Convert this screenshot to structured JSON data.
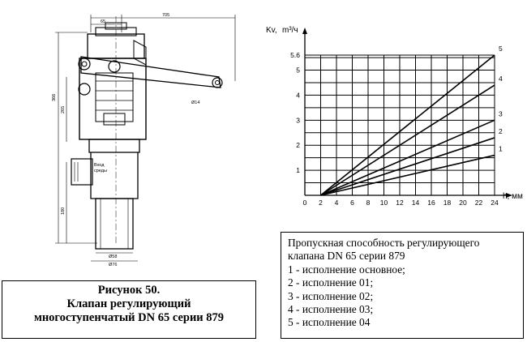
{
  "drawing": {
    "dimensions": [
      "65",
      "705",
      "366",
      "265",
      "180",
      "Ø14",
      "Ø58",
      "Ø76"
    ],
    "inlet_label": [
      "Вход",
      "среды"
    ]
  },
  "chart_data": {
    "type": "line",
    "xlabel": "h, мм",
    "ylabel": "Kv, m³/ч",
    "ylabel_left": "Kv,",
    "ylabel_right": "m³/ч",
    "xlim": [
      0,
      24
    ],
    "ylim": [
      0,
      5.6
    ],
    "x_ticks": [
      0,
      2,
      4,
      6,
      8,
      10,
      12,
      14,
      16,
      18,
      20,
      22,
      24
    ],
    "y_ticks": [
      1,
      2,
      3,
      4,
      5,
      5.6
    ],
    "grid": true,
    "series": [
      {
        "name": "1",
        "x": [
          2,
          24
        ],
        "y": [
          0,
          1.6
        ]
      },
      {
        "name": "2",
        "x": [
          2,
          24
        ],
        "y": [
          0,
          2.3
        ]
      },
      {
        "name": "3",
        "x": [
          2,
          24
        ],
        "y": [
          0,
          3.0
        ]
      },
      {
        "name": "4",
        "x": [
          2,
          24
        ],
        "y": [
          0,
          4.4
        ]
      },
      {
        "name": "5",
        "x": [
          2,
          24
        ],
        "y": [
          0,
          5.6
        ]
      }
    ]
  },
  "caption": {
    "line1": "Рисунок 50.",
    "line2": "Клапан регулирующий",
    "line3": "многоступенчатый DN 65 серии 879"
  },
  "legend": {
    "title_line1": "Пропускная способность  регулирующего",
    "title_line2": "клапана DN 65 серии 879",
    "items": [
      "1 - исполнение основное;",
      "2 - исполнение 01;",
      "3 - исполнение 02;",
      "4 - исполнение 03;",
      "5 - исполнение 04"
    ]
  }
}
